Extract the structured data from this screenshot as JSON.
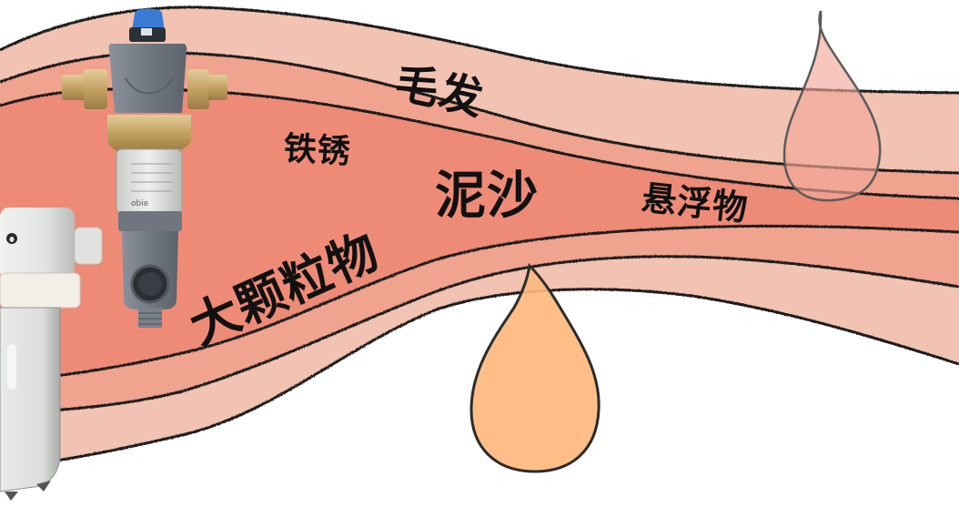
{
  "image": {
    "kind": "water-filter-impurity-illustration",
    "background": "#ffffff"
  },
  "bands": {
    "outer_color": "#f2c3b2",
    "middle_color": "#f0a48f",
    "core_color": "#ee8b77",
    "outline_color": "#1a1a1a"
  },
  "labels": {
    "hair": "毛发",
    "rust": "铁锈",
    "sand": "泥沙",
    "suspended": "悬浮物",
    "large_particles": "大颗粒物"
  },
  "drops": {
    "top_right": {
      "fill": "#f2a898",
      "stroke": "#555555"
    },
    "bottom": {
      "fill": "#ffb97e",
      "stroke": "#2b2b2b"
    }
  },
  "products": {
    "prefilter": {
      "brand_mark": "obie",
      "cap_color": "#3a7bd5",
      "head_color": "#7b838f",
      "brass_color": "#c9a96a"
    },
    "central_filter": {
      "body_color": "#e4e6e3"
    }
  }
}
